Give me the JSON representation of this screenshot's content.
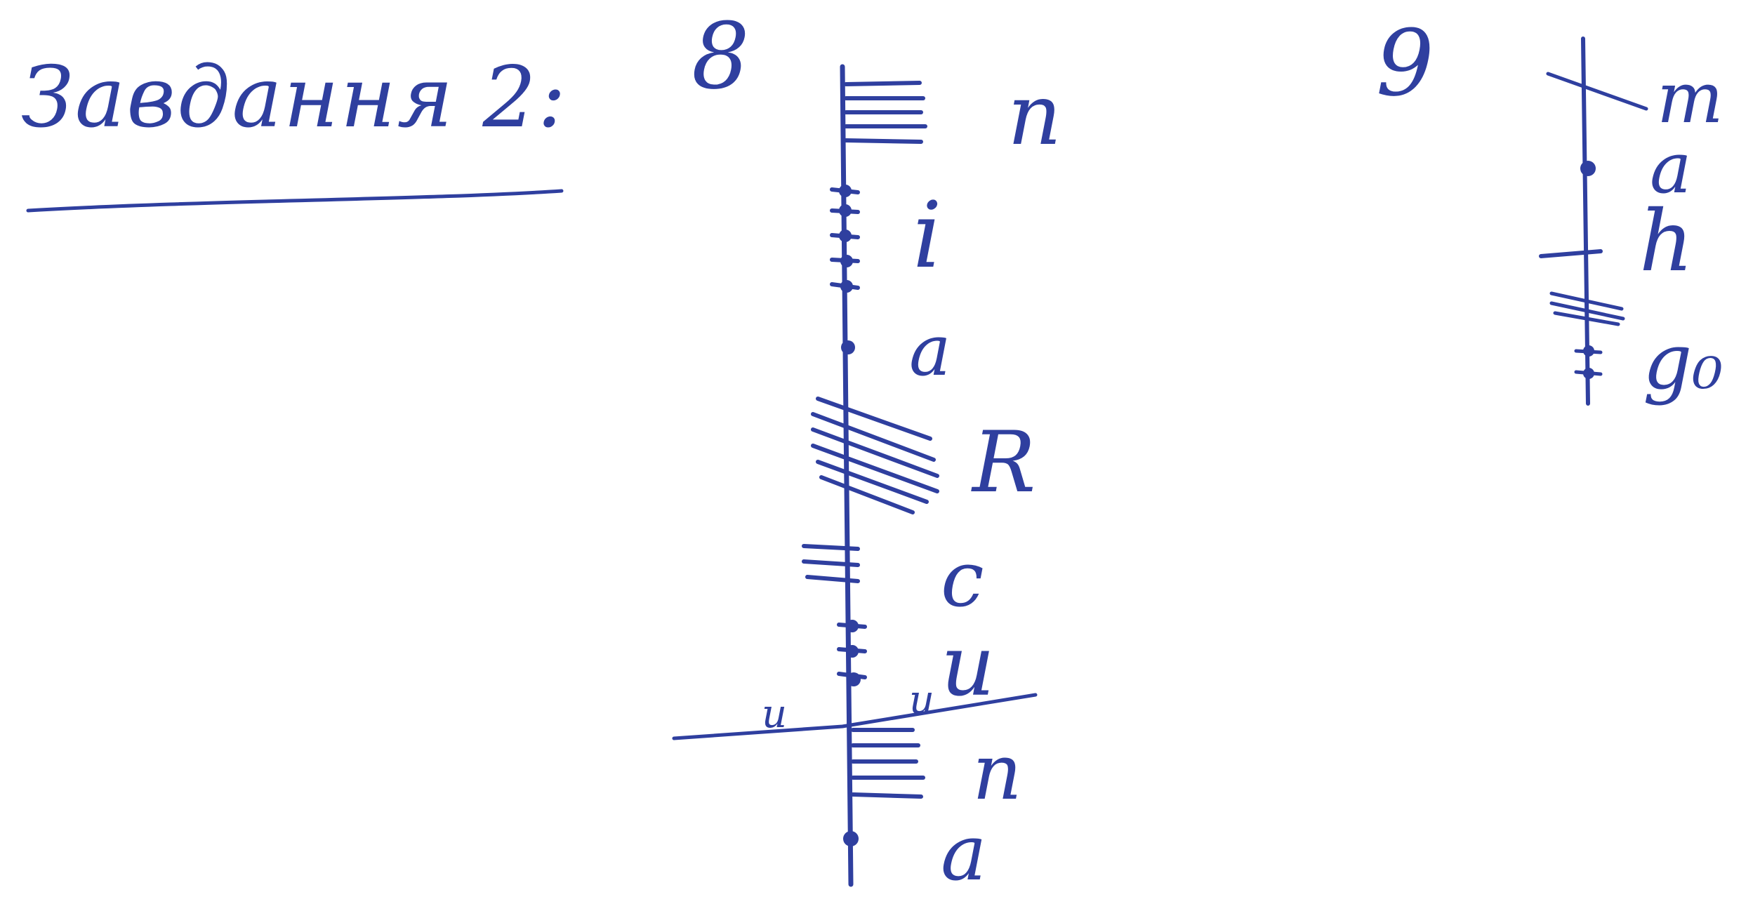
{
  "sheet": {
    "heading": "Завдання 2:",
    "ink_color": "#2f3f9f",
    "paper_color": "#ffffff"
  },
  "column_8": {
    "number": "8",
    "labels": [
      "n",
      "i",
      "a",
      "R",
      "c",
      "u",
      "n",
      "a"
    ],
    "tick_marks": [
      "u",
      "u"
    ]
  },
  "column_9": {
    "number": "9",
    "labels": [
      "m",
      "a",
      "h",
      "g₀"
    ]
  }
}
